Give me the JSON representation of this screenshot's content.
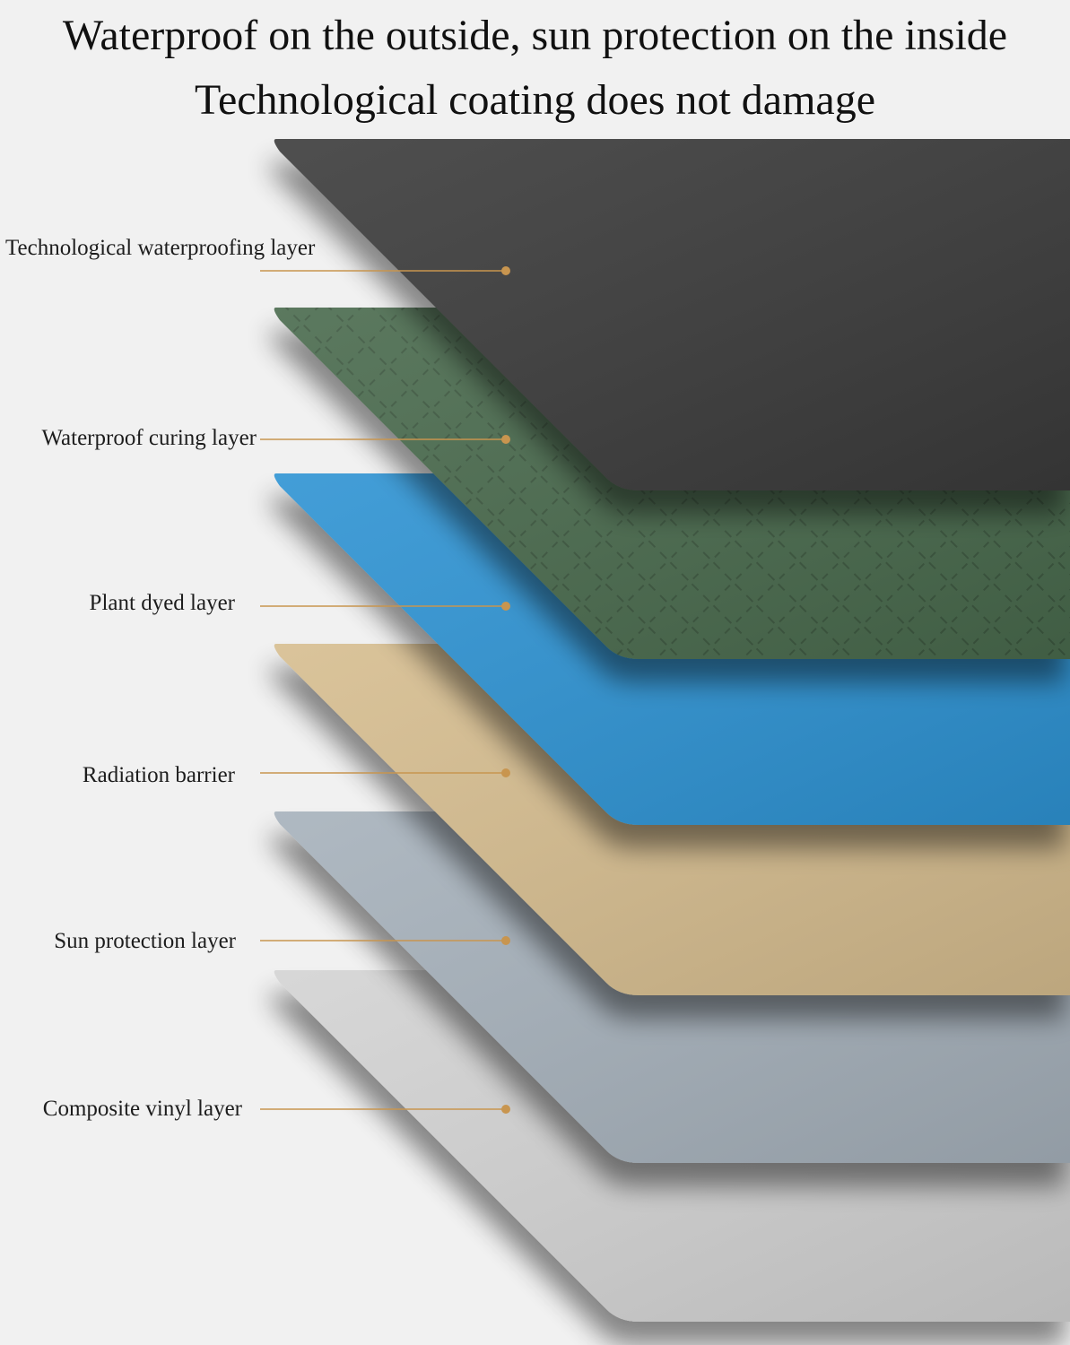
{
  "headline": {
    "line1": "Waterproof on the outside, sun protection on the inside",
    "line2": "Technological coating does not damage"
  },
  "layers": [
    {
      "label": "Technological waterproofing layer",
      "color": "#3b3b3b"
    },
    {
      "label": "Waterproof curing layer",
      "color": "#4a6b4d"
    },
    {
      "label": "Plant dyed layer",
      "color": "#2f93d3"
    },
    {
      "label": "Radiation barrier",
      "color": "#d6bd8f"
    },
    {
      "label": "Sun protection layer",
      "color": "#a6b1bb"
    },
    {
      "label": "Composite vinyl layer",
      "color": "#d3d3d3"
    }
  ],
  "colors": {
    "background": "#f1f1f1",
    "leader_line": "#c8954f"
  }
}
